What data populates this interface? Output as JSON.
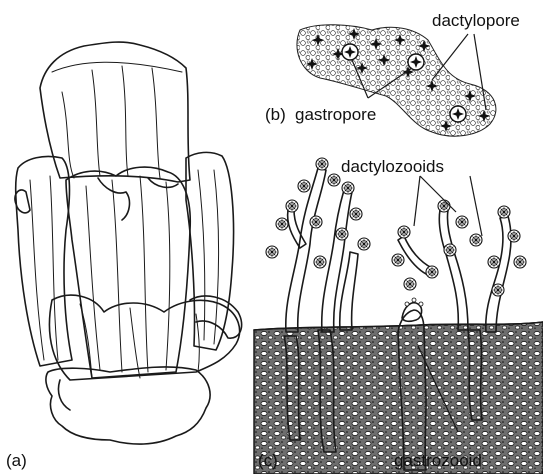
{
  "panels": {
    "a": {
      "label": "(a)"
    },
    "b": {
      "label": "(b)",
      "annotations": {
        "dactylopore": "dactylopore",
        "gastropore": "gastropore"
      }
    },
    "c": {
      "label": "(c)",
      "annotations": {
        "dactylozooids": "dactylozooids",
        "gastrozooid": "gastrozooid"
      }
    }
  },
  "colors": {
    "ink": "#1a1a1a",
    "paper": "#ffffff"
  }
}
